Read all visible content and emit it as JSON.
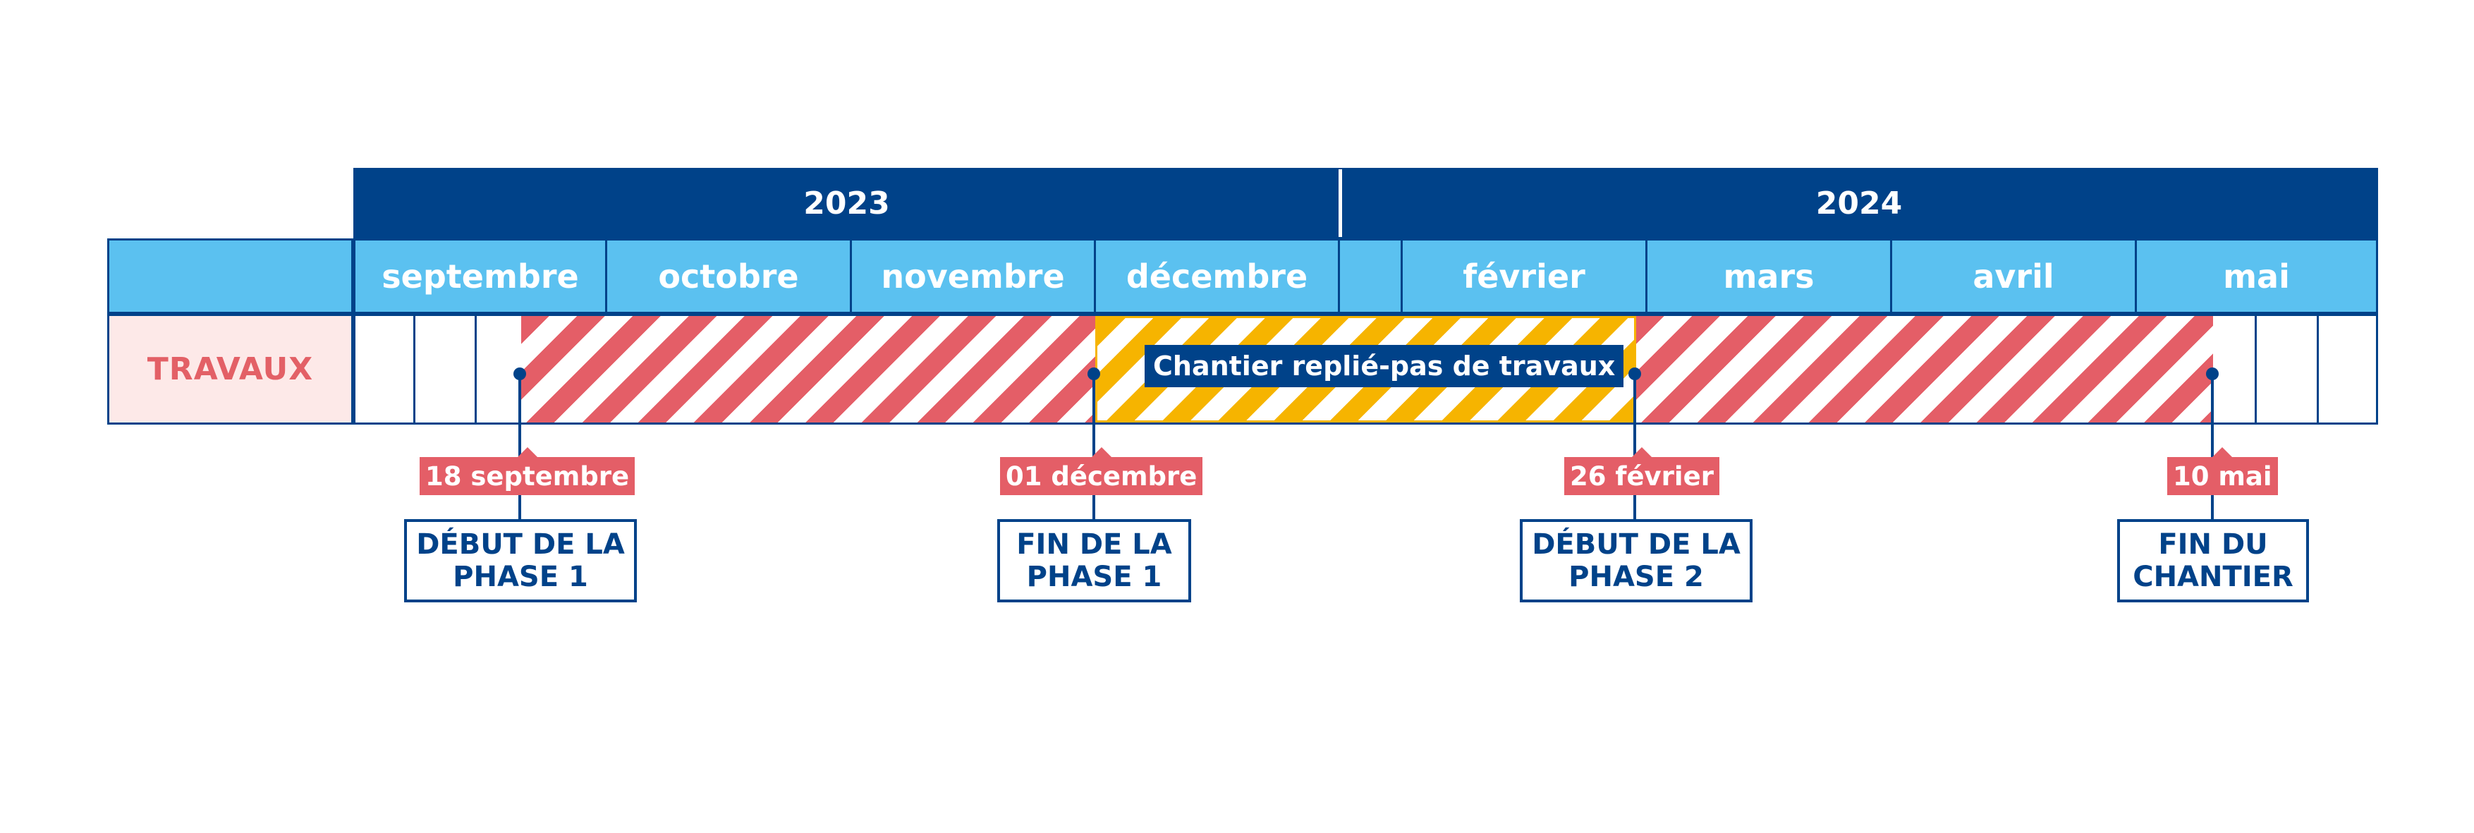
{
  "timeline": {
    "years": [
      {
        "label": "2023"
      },
      {
        "label": "2024"
      }
    ],
    "months": [
      "septembre",
      "octobre",
      "novembre",
      "décembre",
      "",
      "février",
      "mars",
      "avril",
      "mai"
    ],
    "row_label": "TRAVAUX",
    "pause_label": "Chantier replié-pas de travaux",
    "colors": {
      "navy": "#004289",
      "sky": "#5bc1f0",
      "work_red": "#e45e67",
      "pause_yellow": "#f6b400",
      "label_bg": "#fde9e8"
    },
    "milestones": [
      {
        "date": "18 septembre",
        "line1": "DÉBUT DE LA",
        "line2": "PHASE 1"
      },
      {
        "date": "01 décembre",
        "line1": "FIN DE LA",
        "line2": "PHASE 1"
      },
      {
        "date": "26 février",
        "line1": "DÉBUT DE LA",
        "line2": "PHASE 2"
      },
      {
        "date": "10 mai",
        "line1": "FIN DU",
        "line2": "CHANTIER"
      }
    ]
  }
}
